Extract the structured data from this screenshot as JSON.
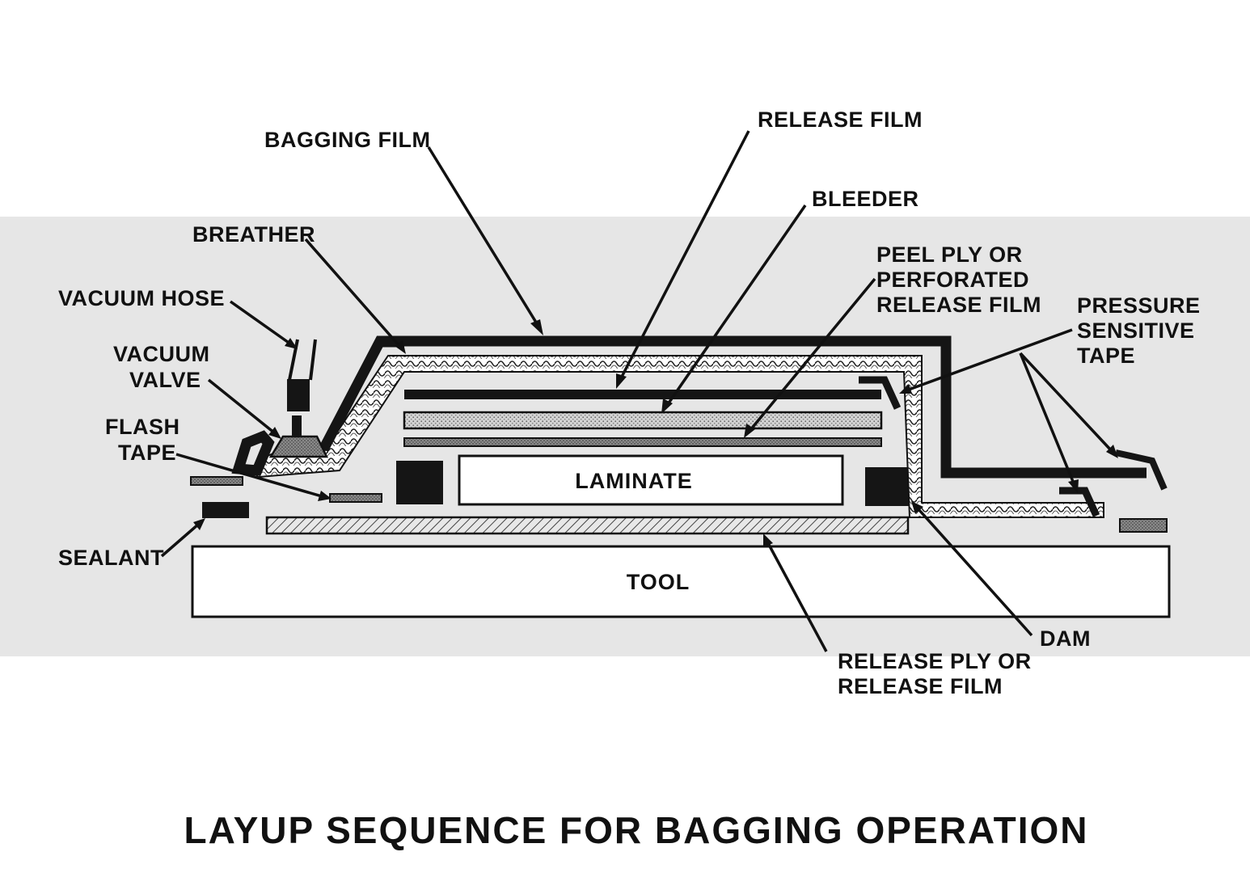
{
  "labels": {
    "bagging_film": "BAGGING FILM",
    "release_film": "RELEASE FILM",
    "bleeder": "BLEEDER",
    "breather": "BREATHER",
    "peel_ply": [
      "PEEL PLY OR",
      "PERFORATED",
      "RELEASE FILM"
    ],
    "vacuum_hose": "VACUUM HOSE",
    "vacuum_valve": [
      "VACUUM",
      "VALVE"
    ],
    "pressure_sensitive_tape": [
      "PRESSURE",
      "SENSITIVE",
      "TAPE"
    ],
    "flash_tape": [
      "FLASH",
      "TAPE"
    ],
    "laminate": "LAMINATE",
    "sealant": "SEALANT",
    "tool": "TOOL",
    "dam": "DAM",
    "release_ply": [
      "RELEASE PLY OR",
      "RELEASE FILM"
    ]
  },
  "caption": "LAYUP SEQUENCE FOR BAGGING OPERATION",
  "colors": {
    "ink": "#111111",
    "background": "#ffffff",
    "band": "#e6e6e6",
    "stipple": "#8a8a8a"
  }
}
